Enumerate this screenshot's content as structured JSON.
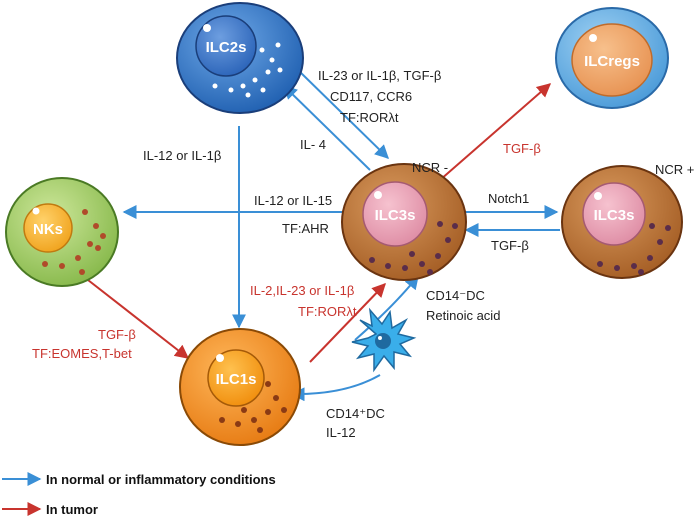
{
  "cells": {
    "ilc2s": "ILC2s",
    "ilcregs": "ILCregs",
    "nks": "NKs",
    "ilc3s_center": "ILC3s",
    "ilc3s_right": "ILC3s",
    "ilc1s": "ILC1s"
  },
  "tags": {
    "ncr_minus": "NCR -",
    "ncr_plus": "NCR +"
  },
  "labels": {
    "il23_line1": "IL-23 or IL-1β, TGF-β",
    "il23_line2": "CD117, CCR6",
    "il23_line3": "TF:RORλt",
    "il4": "IL- 4",
    "il12_il1b": "IL-12 or IL-1β",
    "tgfb_regs": "TGF-β",
    "notch1": "Notch1",
    "tgfb_right": "TGF-β",
    "il12_il15": "IL-12 or IL-15",
    "tf_ahr": "TF:AHR",
    "il2_line1": "IL-2,IL-23 or IL-1β",
    "il2_line2": "TF:RORλt",
    "tgfb_nk_line1": "TGF-β",
    "tgfb_nk_line2": "TF:EOMES,T-bet",
    "cd14neg_dc": "CD14⁻DC",
    "retinoic_acid": "Retinoic acid",
    "cd14pos_dc": "CD14⁺DC",
    "il12": "IL-12"
  },
  "legend": {
    "normal": "In normal or inflammatory conditions",
    "tumor": "In tumor"
  },
  "colors": {
    "normal_arrow": "#3a8fd6",
    "tumor_arrow": "#c8342e"
  }
}
